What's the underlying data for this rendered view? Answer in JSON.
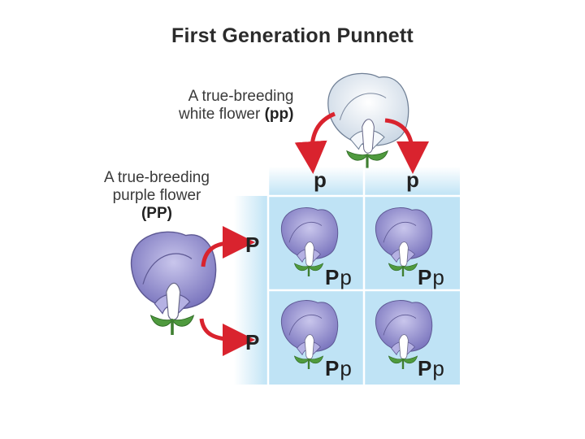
{
  "title": "First Generation Punnett",
  "white_parent": {
    "caption_line1": "A true-breeding",
    "caption_line2": "white flower",
    "genotype": "(pp)"
  },
  "purple_parent": {
    "caption_line1": "A true-breeding",
    "caption_line2": "purple flower",
    "genotype": "(PP)"
  },
  "column_alleles": [
    "p",
    "p"
  ],
  "row_alleles": [
    "P",
    "P"
  ],
  "offspring": [
    {
      "big": "P",
      "small": "p"
    },
    {
      "big": "P",
      "small": "p"
    },
    {
      "big": "P",
      "small": "p"
    },
    {
      "big": "P",
      "small": "p"
    }
  ],
  "colors": {
    "white_flower": "#e6eef6",
    "purple_flower": "#8c87c8",
    "leaf": "#4f9a3e",
    "arrow": "#d9232e",
    "grid_fill": "#bfe3f5",
    "grid_line": "#ffffff"
  }
}
